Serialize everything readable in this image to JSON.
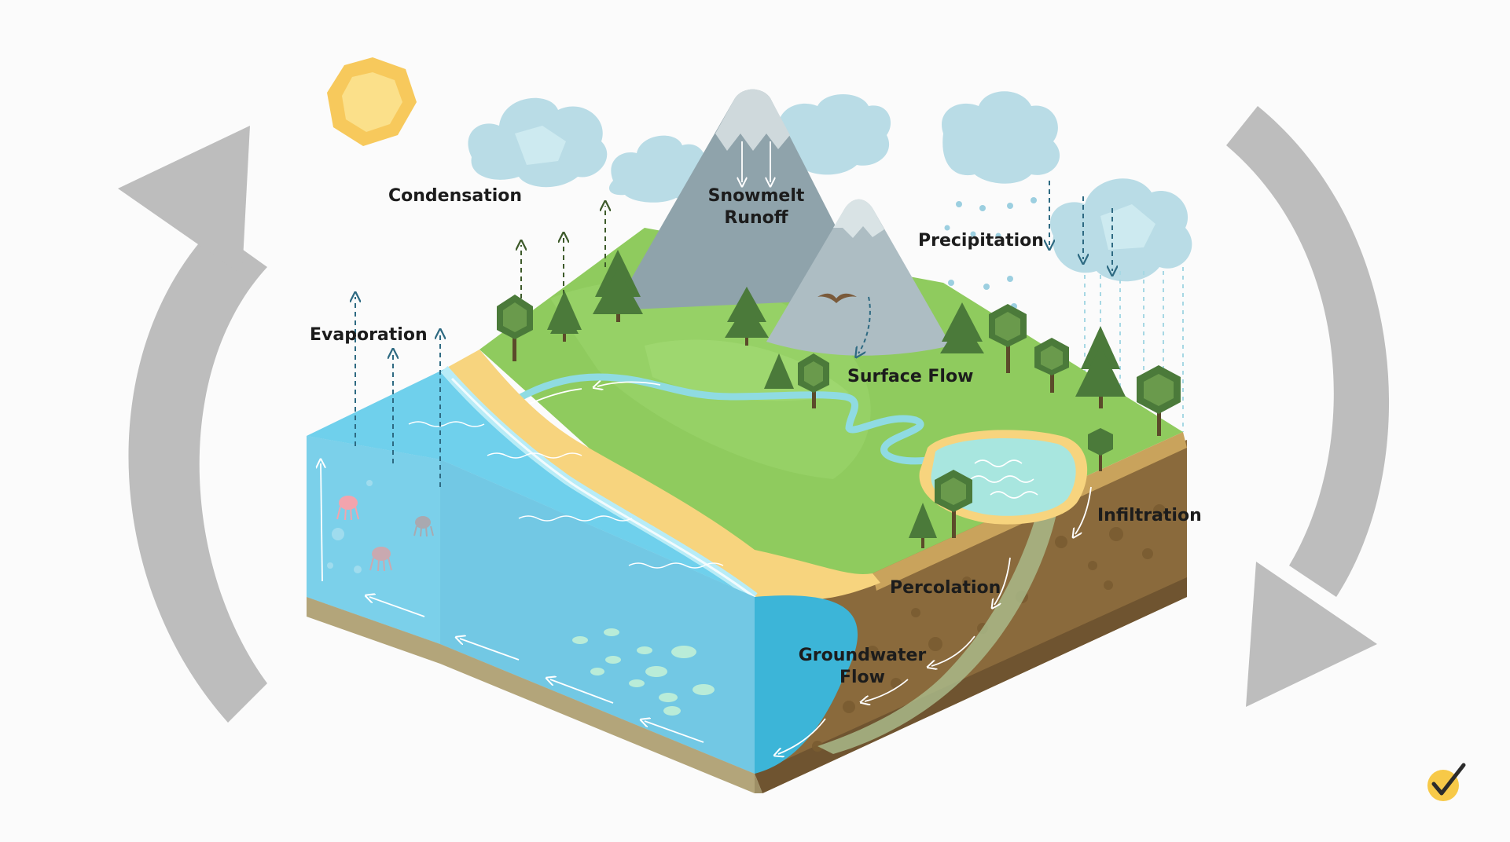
{
  "labels": {
    "condensation": "Condensation",
    "snowmelt_runoff_line1": "Snowmelt",
    "snowmelt_runoff_line2": "Runoff",
    "precipitation": "Precipitation",
    "evaporation": "Evaporation",
    "surface_flow": "Surface Flow",
    "infiltration": "Infiltration",
    "percolation": "Percolation",
    "groundwater_flow_line1": "Groundwater",
    "groundwater_flow_line2": "Flow"
  },
  "icons": {
    "sun": "sun-icon",
    "cycle_left": "cycle-arrow-up-icon",
    "cycle_right": "cycle-arrow-down-icon",
    "logo": "checkmark-logo-icon"
  },
  "colors": {
    "ocean": "#6fd0ec",
    "ocean_side": "#5bbde3",
    "sand": "#f7d47e",
    "grass": "#8fcb5e",
    "soil": "#8a6a3c",
    "mountain": "#8fa3ab",
    "cloud": "#b9dce6",
    "sun": "#f7c95c",
    "cycle_arrow": "#bdbdbd",
    "tree": "#4b7a3a"
  }
}
